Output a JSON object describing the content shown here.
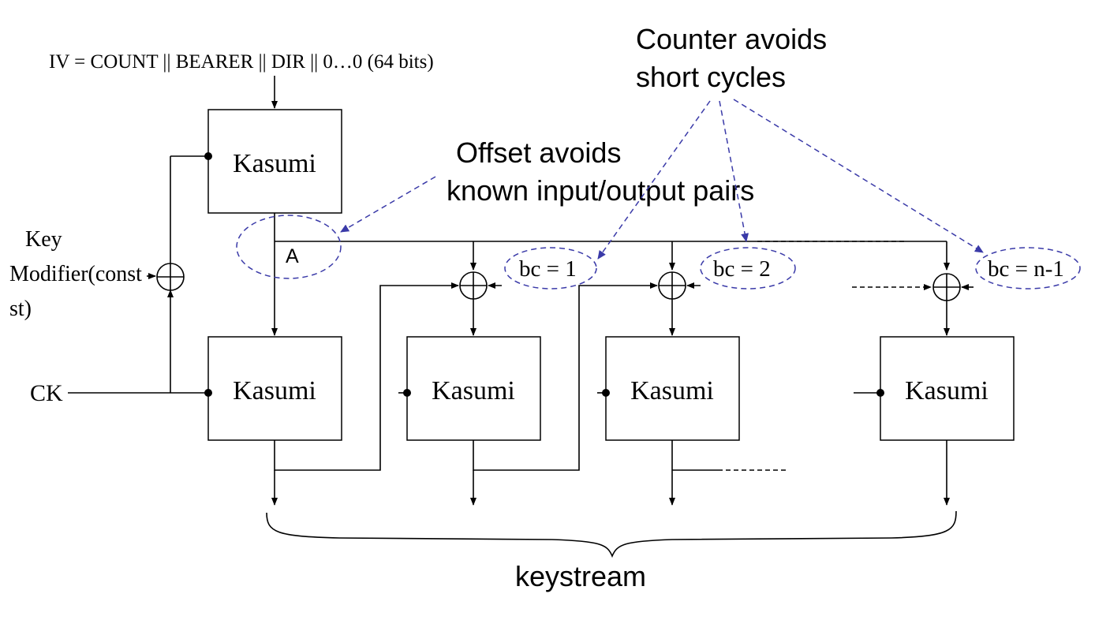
{
  "iv_label": "IV = COUNT || BEARER || DIR || 0…0  (64 bits)",
  "counter_note": [
    "Counter avoids",
    "short cycles"
  ],
  "offset_note": [
    "Offset avoids",
    "known input/output pairs"
  ],
  "key_modifier_label": [
    "Key",
    "Modifier(const",
    "st)"
  ],
  "ck_label": "CK",
  "a_label": "A",
  "block_label": "Kasumi",
  "counters": [
    "bc = 1",
    "bc = 2",
    "bc = n-1"
  ],
  "keystream_label": "keystream",
  "colors": {
    "annotation": "#3a3aa8",
    "lines": "#000000"
  }
}
